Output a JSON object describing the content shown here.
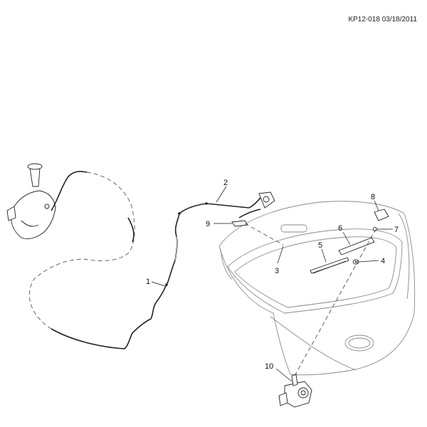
{
  "doc_id": "KP12-018 03/18/2011",
  "callouts": [
    {
      "id": "1",
      "label": "1"
    },
    {
      "id": "2",
      "label": "2"
    },
    {
      "id": "3",
      "label": "3"
    },
    {
      "id": "4",
      "label": "4"
    },
    {
      "id": "5",
      "label": "5"
    },
    {
      "id": "6",
      "label": "6"
    },
    {
      "id": "7",
      "label": "7"
    },
    {
      "id": "8",
      "label": "8"
    },
    {
      "id": "9",
      "label": "9"
    },
    {
      "id": "10",
      "label": "10"
    }
  ]
}
